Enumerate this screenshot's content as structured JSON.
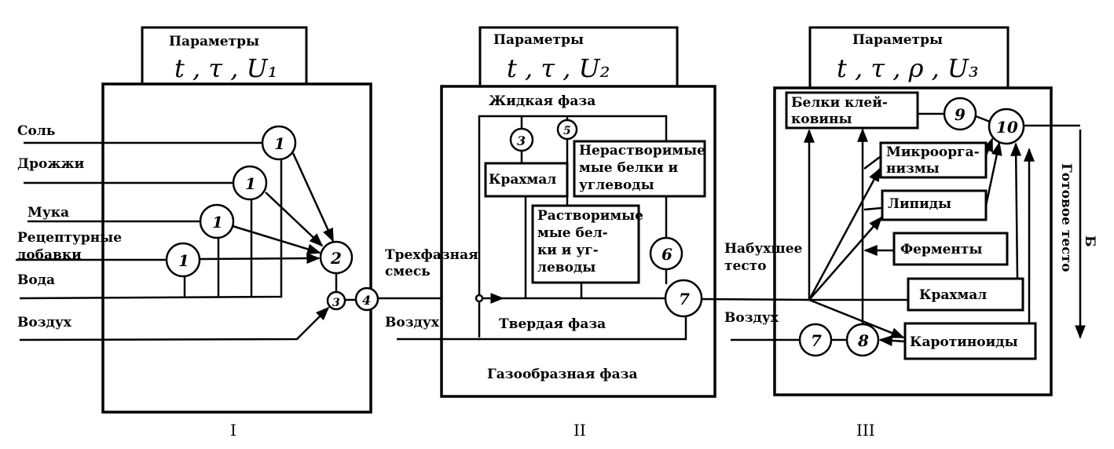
{
  "panels": [
    {
      "roman": "I",
      "params_title": "Параметры",
      "params": "t , τ , U₁",
      "inputs": [
        "Соль",
        "Дрожжи",
        "Мука",
        "Рецептурные",
        "добавки",
        "Вода",
        "Воздух"
      ],
      "nodes": [
        "1",
        "1",
        "1",
        "1",
        "2",
        "3",
        "4"
      ]
    },
    {
      "roman": "II",
      "params_title": "Параметры",
      "params": "t , τ , U₂",
      "input_mix": [
        "Трехфазная",
        "смесь"
      ],
      "input_air": "Воздух",
      "liquid_phase": "Жидкая фаза",
      "solid_phase": "Твердая фаза",
      "gas_phase": "Газообразная фаза",
      "starch": "Крахмал",
      "insoluble": [
        "Нерастворимые",
        "мые белки и",
        "углеводы"
      ],
      "soluble": [
        "Растворимые",
        "мые бел-",
        "ки и уг-",
        "леводы"
      ],
      "nodes": [
        "3",
        "5",
        "6",
        "7"
      ]
    },
    {
      "roman": "III",
      "params_title": "Параметры",
      "params": "t , τ , ρ , U₃",
      "input_dough": [
        "Набухшее",
        "тесто"
      ],
      "input_air": "Воздух",
      "gluten": [
        "Белки клей-",
        "ковины"
      ],
      "microorganisms": [
        "Микроорга-",
        "низмы"
      ],
      "lipids": "Липиды",
      "enzymes": "Ферменты",
      "starch": "Крахмал",
      "carotenoids": "Каротиноиды",
      "output": "Готовое тесто",
      "output_mark": "Б",
      "nodes": [
        "9",
        "10",
        "7",
        "8"
      ]
    }
  ]
}
